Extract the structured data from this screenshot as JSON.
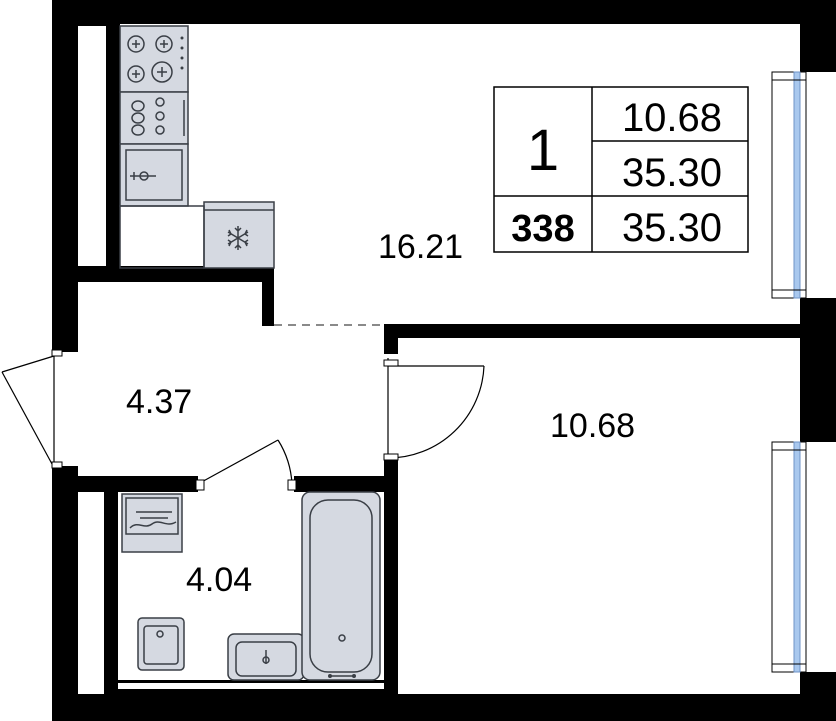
{
  "rooms": {
    "kitchen_living": "16.21",
    "hall": "4.37",
    "bedroom": "10.68",
    "bathroom": "4.04"
  },
  "info": {
    "rooms_count": "1",
    "living_area": "10.68",
    "total_area": "35.30",
    "apartment_number": "338",
    "total_area_alt": "35.30"
  },
  "colors": {
    "wall": "#000000",
    "fixture_fill": "#d5d9e1",
    "window_glass": "#a9c8ee"
  },
  "icons": [
    "stove-icon",
    "sink-icon",
    "fridge-icon",
    "snowflake-icon",
    "washing-machine-icon",
    "toilet-icon",
    "washbasin-icon",
    "bathtub-icon"
  ]
}
